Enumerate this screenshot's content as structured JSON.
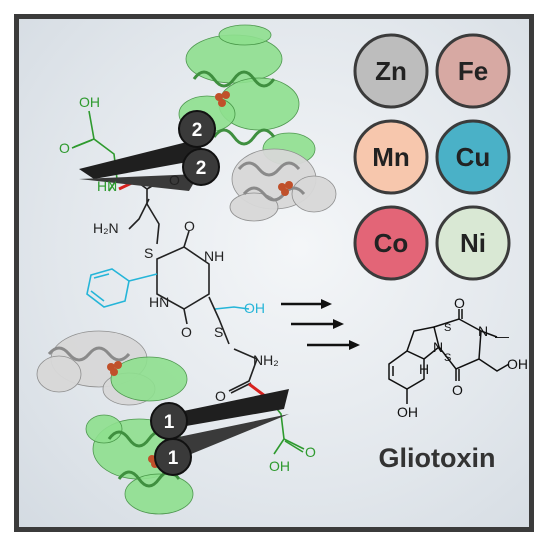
{
  "metals": [
    {
      "symbol": "Zn",
      "color": "#bdbdbd"
    },
    {
      "symbol": "Fe",
      "color": "#d7a9a3"
    },
    {
      "symbol": "Mn",
      "color": "#f7c7ad"
    },
    {
      "symbol": "Cu",
      "color": "#4ab1c7"
    },
    {
      "symbol": "Co",
      "color": "#e36577"
    },
    {
      "symbol": "Ni",
      "color": "#d9e8d4"
    }
  ],
  "product_name": "Gliotoxin",
  "cleavage_sites": {
    "upper": "2",
    "lower": "1"
  },
  "structure_labels": {
    "OH": "OH",
    "O": "O",
    "HN": "HN",
    "NH": "NH",
    "H2N": "H₂N",
    "NH2": "NH₂",
    "S": "S",
    "N": "N",
    "H": "H",
    "methyl": "—",
    "product_OH": "OH"
  },
  "colors": {
    "enzyme_green": "#7ddc7d",
    "enzyme_gray": "#c8c8c8",
    "glutamyl": "#2e9a2e",
    "benzyl": "#25b5d8",
    "cut_bond": "#d8221f"
  }
}
